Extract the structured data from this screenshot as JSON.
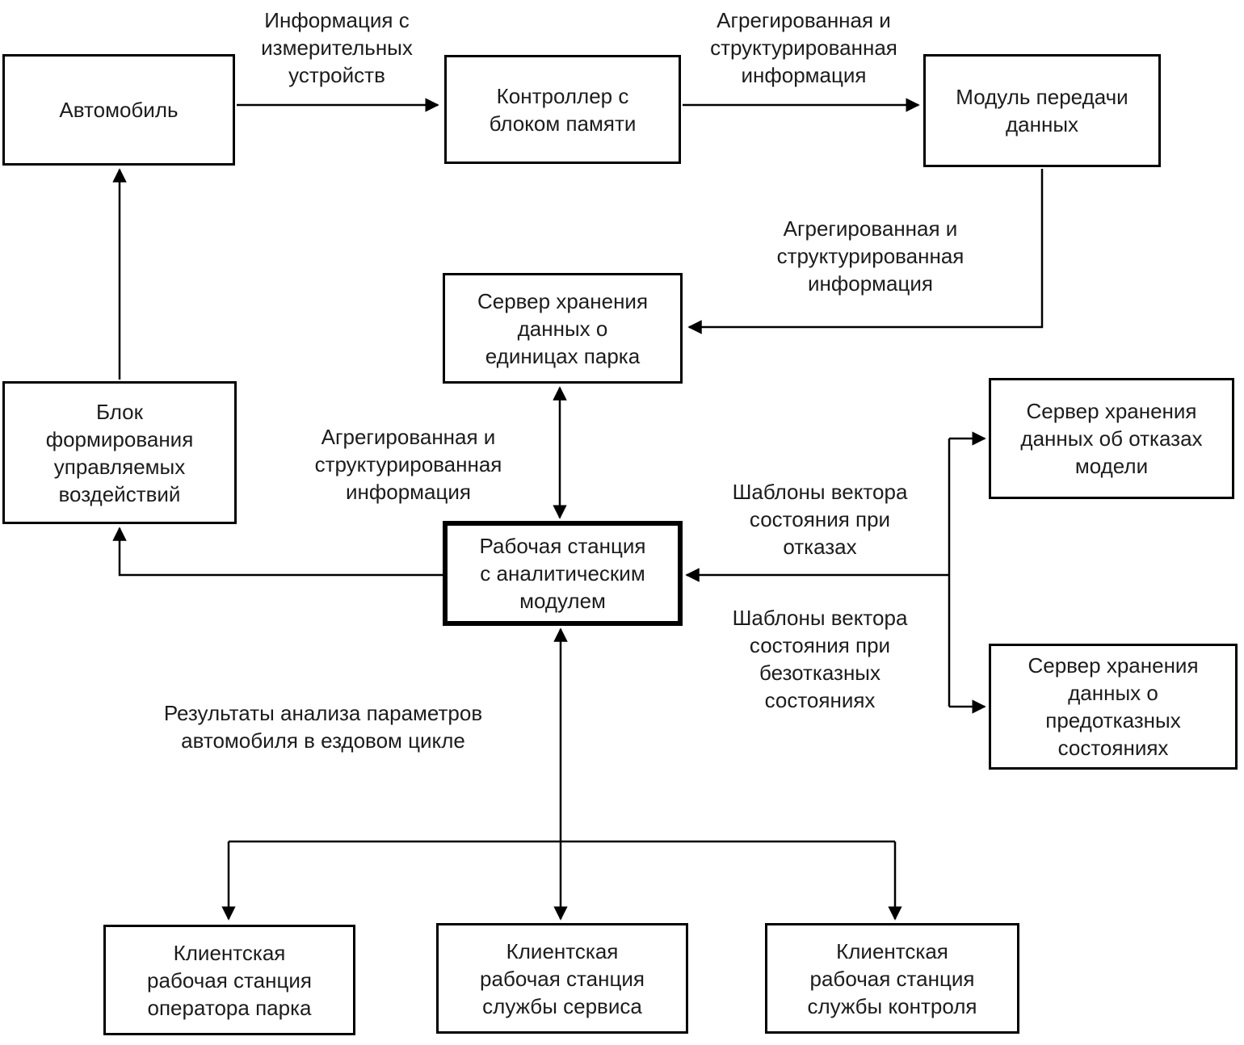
{
  "nodes": {
    "car": {
      "label": "Автомобиль"
    },
    "controller": {
      "label": "Контроллер с\nблоком памяти"
    },
    "transfer_module": {
      "label": "Модуль передачи\nданных"
    },
    "fleet_server": {
      "label": "Сервер хранения\nданных о\nединицах парка"
    },
    "control_block": {
      "label": "Блок\nформирования\nуправляемых\nвоздействий"
    },
    "workstation": {
      "label": "Рабочая станция\nс аналитическим\nмодулем"
    },
    "failure_server": {
      "label": "Сервер хранения\nданных об отказах\nмодели"
    },
    "prefailure_server": {
      "label": "Сервер хранения\nданных о\nпредотказных\nсостояниях"
    },
    "client_fleet_operator": {
      "label": "Клиентская\nрабочая станция\nоператора парка"
    },
    "client_service": {
      "label": "Клиентская\nрабочая станция\nслужбы сервиса"
    },
    "client_control": {
      "label": "Клиентская\nрабочая станция\nслужбы контроля"
    }
  },
  "edge_labels": {
    "measurement_info": "Информация с\nизмерительных\nустройств",
    "aggregated_info_top": "Агрегированная и\nструктурированная\nинформация",
    "aggregated_info_right": "Агрегированная и\nструктурированная\nинформация",
    "aggregated_info_center": "Агрегированная и\nструктурированная\nинформация",
    "failure_templates": "Шаблоны вектора\nсостояния при\nотказах",
    "no_failure_templates": "Шаблоны вектора\nсостояния при\nбезотказных\nсостояниях",
    "analysis_results": "Результаты анализа параметров\nавтомобиля в ездовом цикле"
  },
  "colors": {
    "line": "#000000",
    "text": "#1c1c1c",
    "background": "#ffffff"
  }
}
